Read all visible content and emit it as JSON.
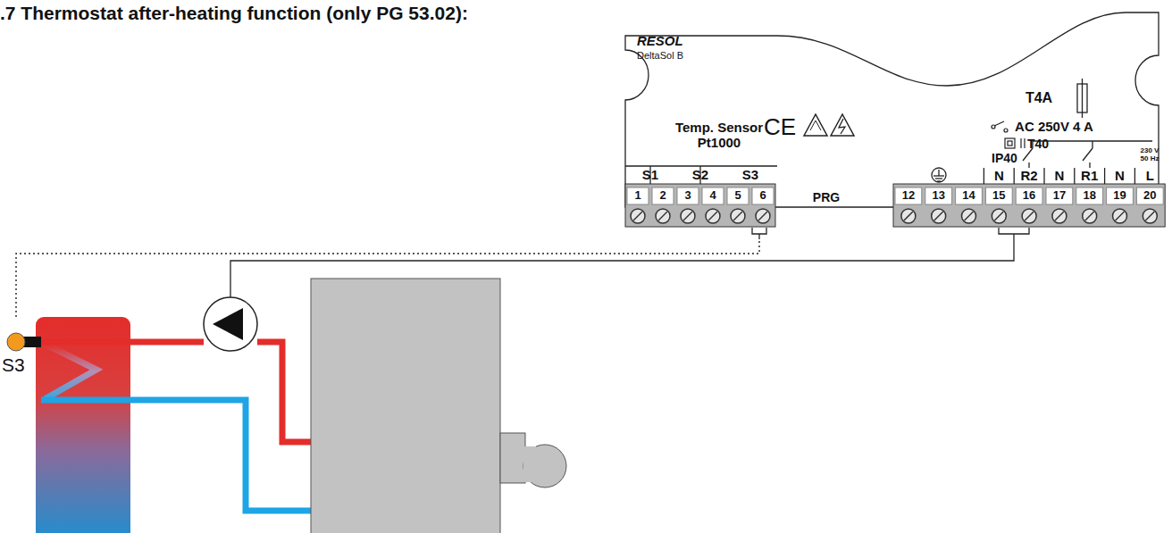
{
  "diagram": {
    "title": ".7 Thermostat after-heating function (only PG 53.02):",
    "nodes": [
      {
        "text": [
          "RESOL",
          "DeltaSol B"
        ]
      },
      {
        "text": [
          "S3"
        ]
      }
    ],
    "edges": [
      {
        "from": 1,
        "to": 0,
        "arrow": "none"
      }
    ],
    "labels": [
      "Temp. Sensor Pt1000",
      "T4A",
      "AC 250V 4 A",
      "T40",
      "IP40",
      "230 V 50 Hz",
      "PRG",
      "CE",
      "S1",
      "S2",
      "S3",
      "N",
      "R2",
      "N",
      "R1",
      "N",
      "L",
      "1",
      "2",
      "3",
      "4",
      "5",
      "6",
      "12",
      "13",
      "14",
      "15",
      "16",
      "17",
      "18",
      "19",
      "20"
    ]
  }
}
